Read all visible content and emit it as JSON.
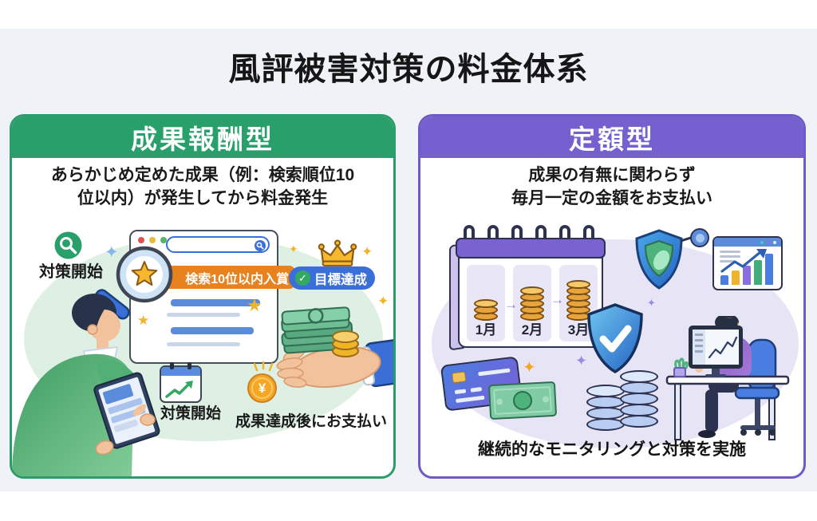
{
  "page": {
    "title": "風評被害対策の料金体系"
  },
  "left_panel": {
    "header": "成果報酬型",
    "description_line1": "あらかじめ定めた成果（例：検索順位10",
    "description_line2": "位以内）が発生してから料金発生",
    "start_label": "対策開始",
    "search_banner": "検索10位以内入賞",
    "goal_badge": "目標達成",
    "goal_check": "✓",
    "calendar_label": "対策開始",
    "payment_label": "成果達成後にお支払い",
    "yen_symbol": "¥"
  },
  "right_panel": {
    "header": "定額型",
    "description_line1": "成果の有無に関わらず",
    "description_line2": "毎月一定の金額をお支払い",
    "months": [
      "1月",
      "2月",
      "3月"
    ],
    "month_arrow": "→",
    "footer": "継続的なモニタリングと対策を実施"
  },
  "colors": {
    "green_accent": "#29a06b",
    "purple_accent": "#7560cf",
    "orange_banner": "#e8821e",
    "blue_badge": "#3a6fd8",
    "background": "#eff3f8"
  }
}
